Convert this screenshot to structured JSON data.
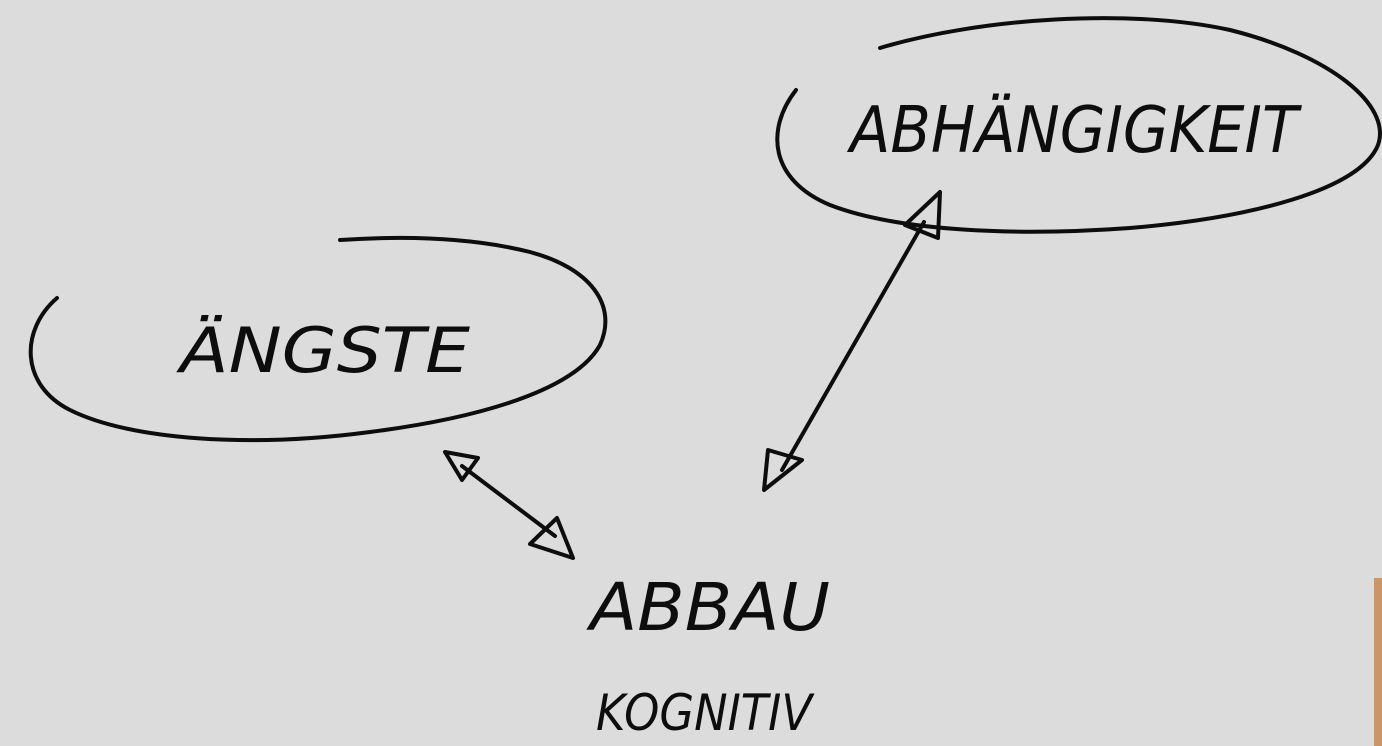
{
  "canvas": {
    "background": "#dcdcdc",
    "ink": "#0d0d0d",
    "photo_edge_color": "#c99569"
  },
  "nodes": {
    "angste": {
      "label": "ÄNGSTE"
    },
    "abhangigkeit": {
      "label": "ABHÄNGIGKEIT"
    },
    "abbau": {
      "label": "ABBAU",
      "sublabel": "KOGNITIV"
    }
  },
  "connections": [
    {
      "from": "ÄNGSTE",
      "to": "ABBAU",
      "direction": "bidirectional"
    },
    {
      "from": "ABHÄNGIGKEIT",
      "to": "ABBAU",
      "direction": "bidirectional"
    }
  ]
}
